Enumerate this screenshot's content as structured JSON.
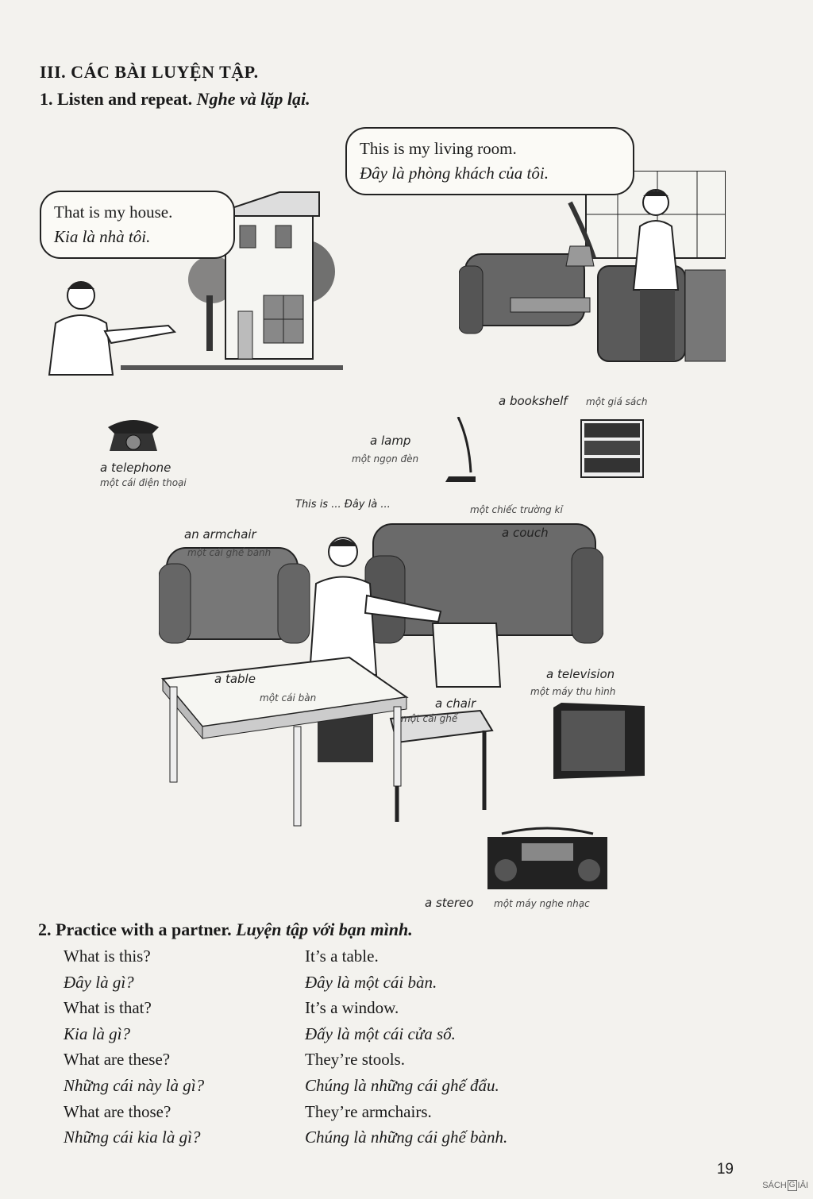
{
  "section_title": "III. CÁC BÀI LUYỆN TẬP.",
  "exercise1": {
    "title": "1. Listen and repeat.",
    "title_vi": "Nghe và lặp lại.",
    "bubble_house": {
      "en": "That is my house.",
      "vi": "Kia là nhà tôi."
    },
    "bubble_living": {
      "en": "This is my living room.",
      "vi": "Đây là phòng khách của tôi."
    },
    "this_is": "This is ... Đây là ..."
  },
  "objects": {
    "telephone": {
      "en": "a telephone",
      "vi": "một cái điện thoại"
    },
    "lamp": {
      "en": "a lamp",
      "vi": "một ngọn đèn"
    },
    "bookshelf": {
      "en": "a bookshelf",
      "vi": "một giá sách"
    },
    "couch": {
      "en": "a couch",
      "vi": "một chiếc trường kỉ"
    },
    "armchair": {
      "en": "an armchair",
      "vi": "một cái ghế bành"
    },
    "table": {
      "en": "a table",
      "vi": "một cái bàn"
    },
    "television": {
      "en": "a television",
      "vi": "một máy thu hình"
    },
    "chair": {
      "en": "a chair",
      "vi": "một cái ghế"
    },
    "stereo": {
      "en": "a stereo",
      "vi": "một máy nghe nhạc"
    }
  },
  "exercise2": {
    "title": "2. Practice with a partner.",
    "title_vi": "Luyện tập với bạn mình.",
    "rows": [
      {
        "q": "What is this?",
        "a": "It’s a table.",
        "italic": false
      },
      {
        "q": "Đây là gì?",
        "a": "Đây là một cái bàn.",
        "italic": true
      },
      {
        "q": "What is that?",
        "a": "It’s a window.",
        "italic": false
      },
      {
        "q": "Kia là gì?",
        "a": "Đấy là một cái cửa sổ.",
        "italic": true
      },
      {
        "q": "What are these?",
        "a": "They’re stools.",
        "italic": false
      },
      {
        "q": "Những cái này là gì?",
        "a": "Chúng là những cái ghế đẩu.",
        "italic": true
      },
      {
        "q": "What are those?",
        "a": "They’re armchairs.",
        "italic": false
      },
      {
        "q": "Những cái kia là gì?",
        "a": "Chúng là những cái ghế bành.",
        "italic": true
      }
    ]
  },
  "page_number": "19",
  "watermark": {
    "left": "SÁCH",
    "box": "G",
    "right": "IẢI"
  }
}
